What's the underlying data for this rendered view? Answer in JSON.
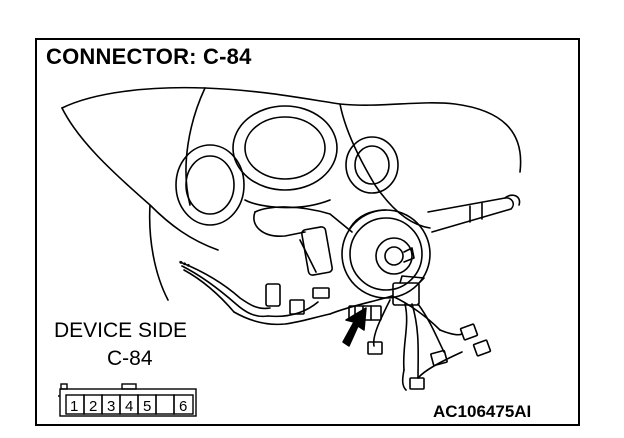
{
  "diagram": {
    "title": "CONNECTOR: C-84",
    "device_side_label": "DEVICE SIDE",
    "device_connector_code": "C-84",
    "figure_id": "AC106475AI",
    "connector_pins": [
      "1",
      "2",
      "3",
      "4",
      "5",
      "6"
    ]
  }
}
